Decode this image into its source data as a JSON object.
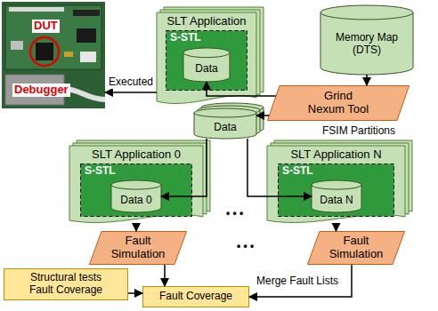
{
  "diagram": {
    "nodes": [
      {
        "text": [
          "DUT",
          "Debugger"
        ]
      },
      {
        "text": [
          "SLT Application"
        ]
      },
      {
        "text": [
          "S-STL"
        ],
        "in": 1
      },
      {
        "text": [
          "Data"
        ],
        "in": 2
      },
      {
        "text": [
          "Memory Map (DTS)"
        ]
      },
      {
        "text": [
          "Grind Nexum Tool"
        ]
      },
      {
        "text": [
          "Data"
        ]
      },
      {
        "text": [
          "SLT Application 0"
        ]
      },
      {
        "text": [
          "S-STL"
        ],
        "in": 7
      },
      {
        "text": [
          "Data 0"
        ],
        "in": 8
      },
      {
        "text": [
          "SLT Application N"
        ]
      },
      {
        "text": [
          "S-STL"
        ],
        "in": 10
      },
      {
        "text": [
          "Data N"
        ],
        "in": 11
      },
      {
        "text": [
          "Fault Simulation"
        ]
      },
      {
        "text": [
          "Fault Simulation"
        ]
      },
      {
        "text": [
          "Structural tests Fault Coverage"
        ]
      },
      {
        "text": [
          "Fault Coverage"
        ]
      }
    ],
    "edges": [
      {
        "from": 1,
        "to": 0,
        "arrow": "to",
        "label": "Executed"
      },
      {
        "from": 4,
        "to": 5,
        "arrow": "to"
      },
      {
        "from": 5,
        "to": 3,
        "arrow": "to"
      },
      {
        "from": 5,
        "to": 6,
        "arrow": "to"
      },
      {
        "from": 6,
        "to": 9,
        "arrow": "to"
      },
      {
        "from": 6,
        "to": 12,
        "arrow": "to"
      },
      {
        "from": 7,
        "to": 13,
        "arrow": "to"
      },
      {
        "from": 10,
        "to": 14,
        "arrow": "to"
      },
      {
        "from": 13,
        "to": 16,
        "arrow": "to"
      },
      {
        "from": 14,
        "to": 16,
        "arrow": "to"
      },
      {
        "from": 15,
        "to": 16,
        "arrow": "to"
      }
    ],
    "labels": [
      "FSIM Partitions",
      "• • •",
      "• • •",
      "Merge Fault Lists"
    ]
  }
}
